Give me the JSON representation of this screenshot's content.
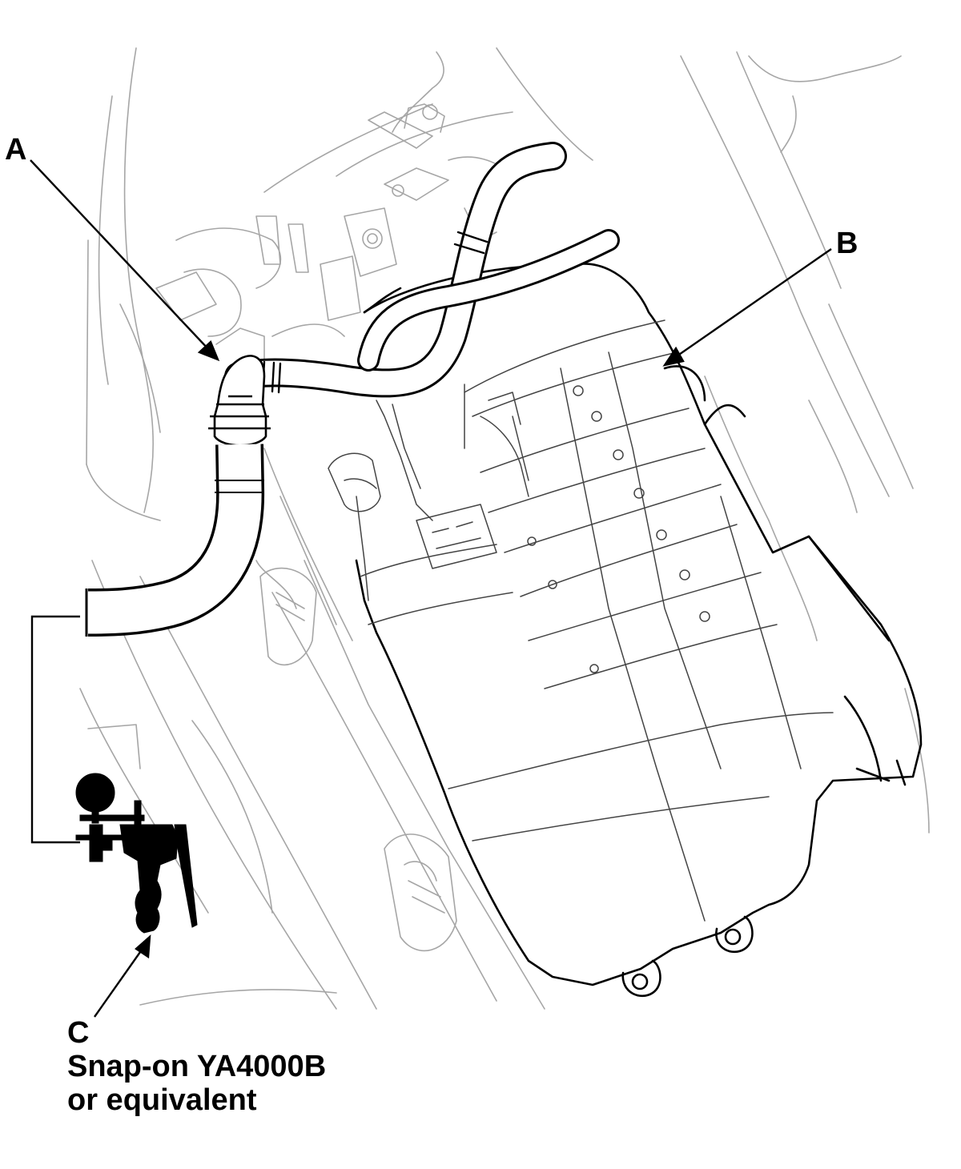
{
  "labels": {
    "a": "A",
    "b": "B",
    "c": "C"
  },
  "tool": {
    "line1": "Snap-on YA4000B",
    "line2": "or equivalent"
  },
  "colors": {
    "outline": "#000000",
    "faint": "#9a9a9a",
    "background": "#ffffff"
  }
}
